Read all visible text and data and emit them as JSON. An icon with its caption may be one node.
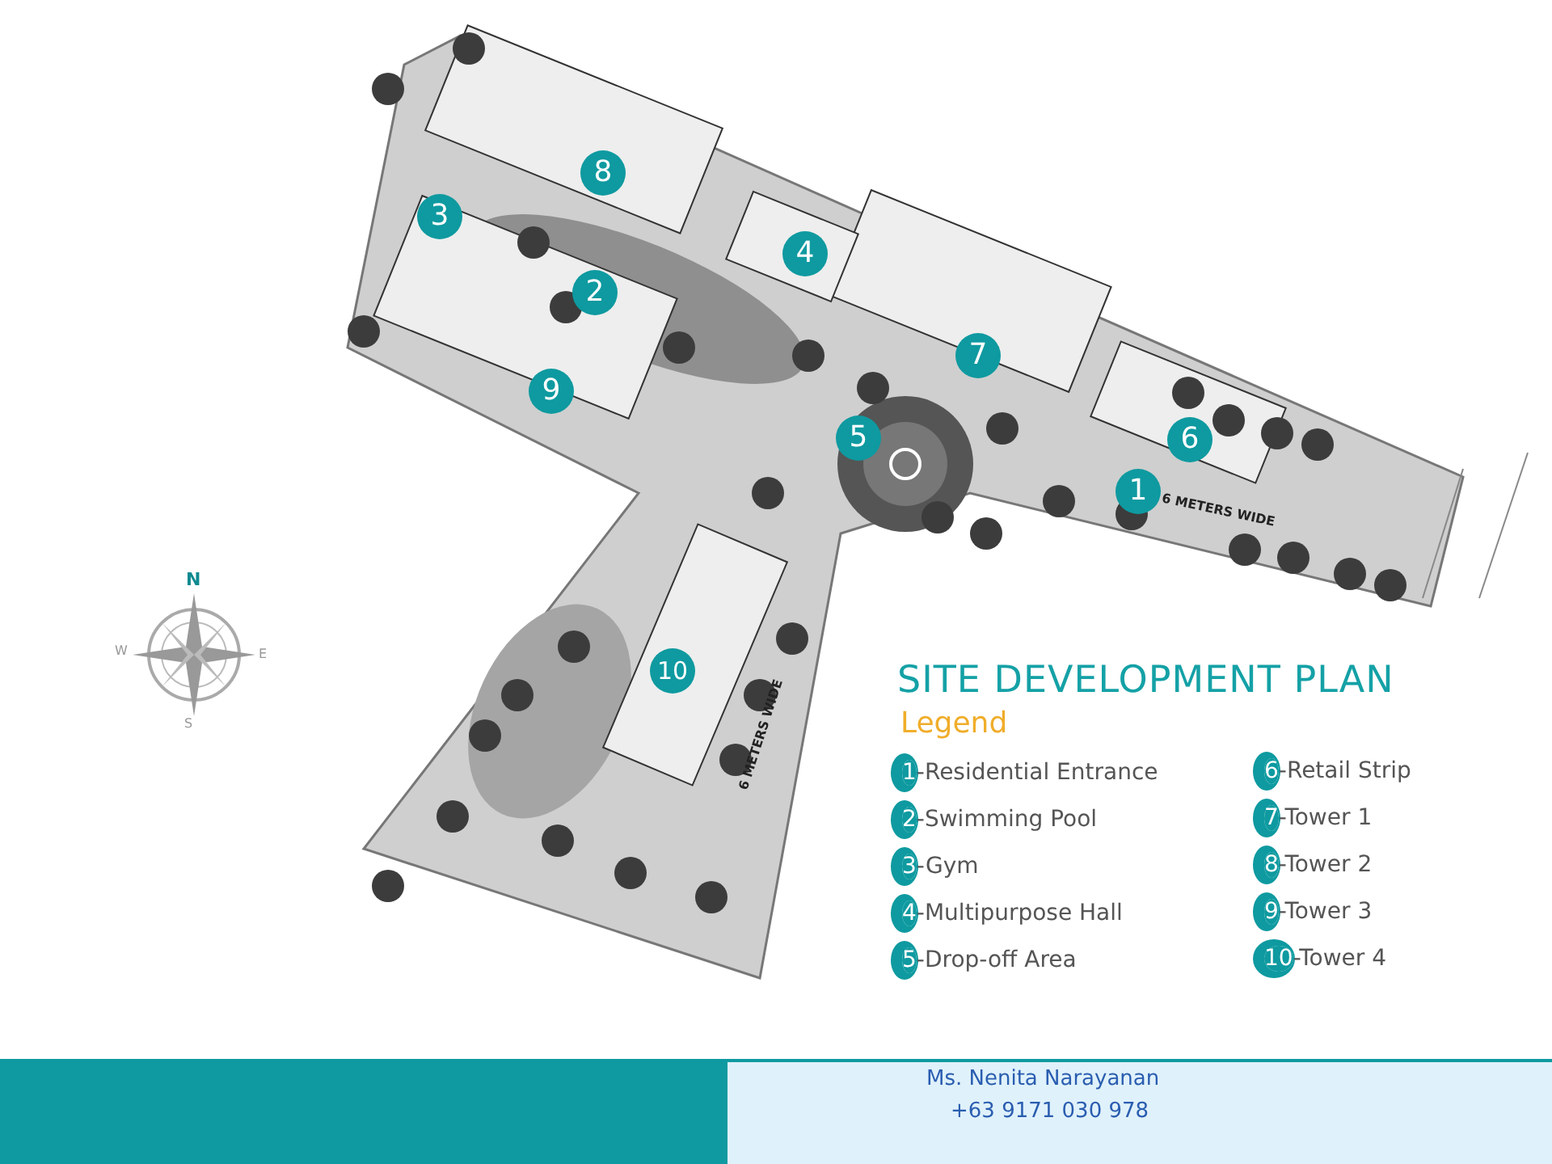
{
  "diagram": {
    "title": "SITE DEVELOPMENT PLAN",
    "nodes": [
      {
        "text": [
          "8"
        ]
      },
      {
        "text": [
          "3"
        ]
      },
      {
        "text": [
          "4"
        ]
      },
      {
        "text": [
          "2"
        ]
      },
      {
        "text": [
          "7"
        ]
      },
      {
        "text": [
          "9"
        ]
      },
      {
        "text": [
          "6"
        ]
      },
      {
        "text": [
          "5"
        ]
      },
      {
        "text": [
          "1"
        ]
      },
      {
        "text": [
          "10"
        ]
      }
    ],
    "edges": [],
    "labels": [
      "N",
      "W",
      "E",
      "S",
      "6 METERS WIDE",
      "6 METERS WIDE",
      "Legend",
      "Ms. Nenita Narayanan",
      "+63 9171 030 978"
    ],
    "legend": [
      {
        "text": "1-Residential Entrance"
      },
      {
        "text": "2-Swimming Pool"
      },
      {
        "text": "3-Gym"
      },
      {
        "text": "4-Multipurpose Hall"
      },
      {
        "text": "5-Drop-off Area"
      },
      {
        "text": "6-Retail Strip"
      },
      {
        "text": "7-Tower 1"
      },
      {
        "text": "8-Tower 2"
      },
      {
        "text": "9-Tower 3"
      },
      {
        "text": "10-Tower 4"
      }
    ]
  }
}
